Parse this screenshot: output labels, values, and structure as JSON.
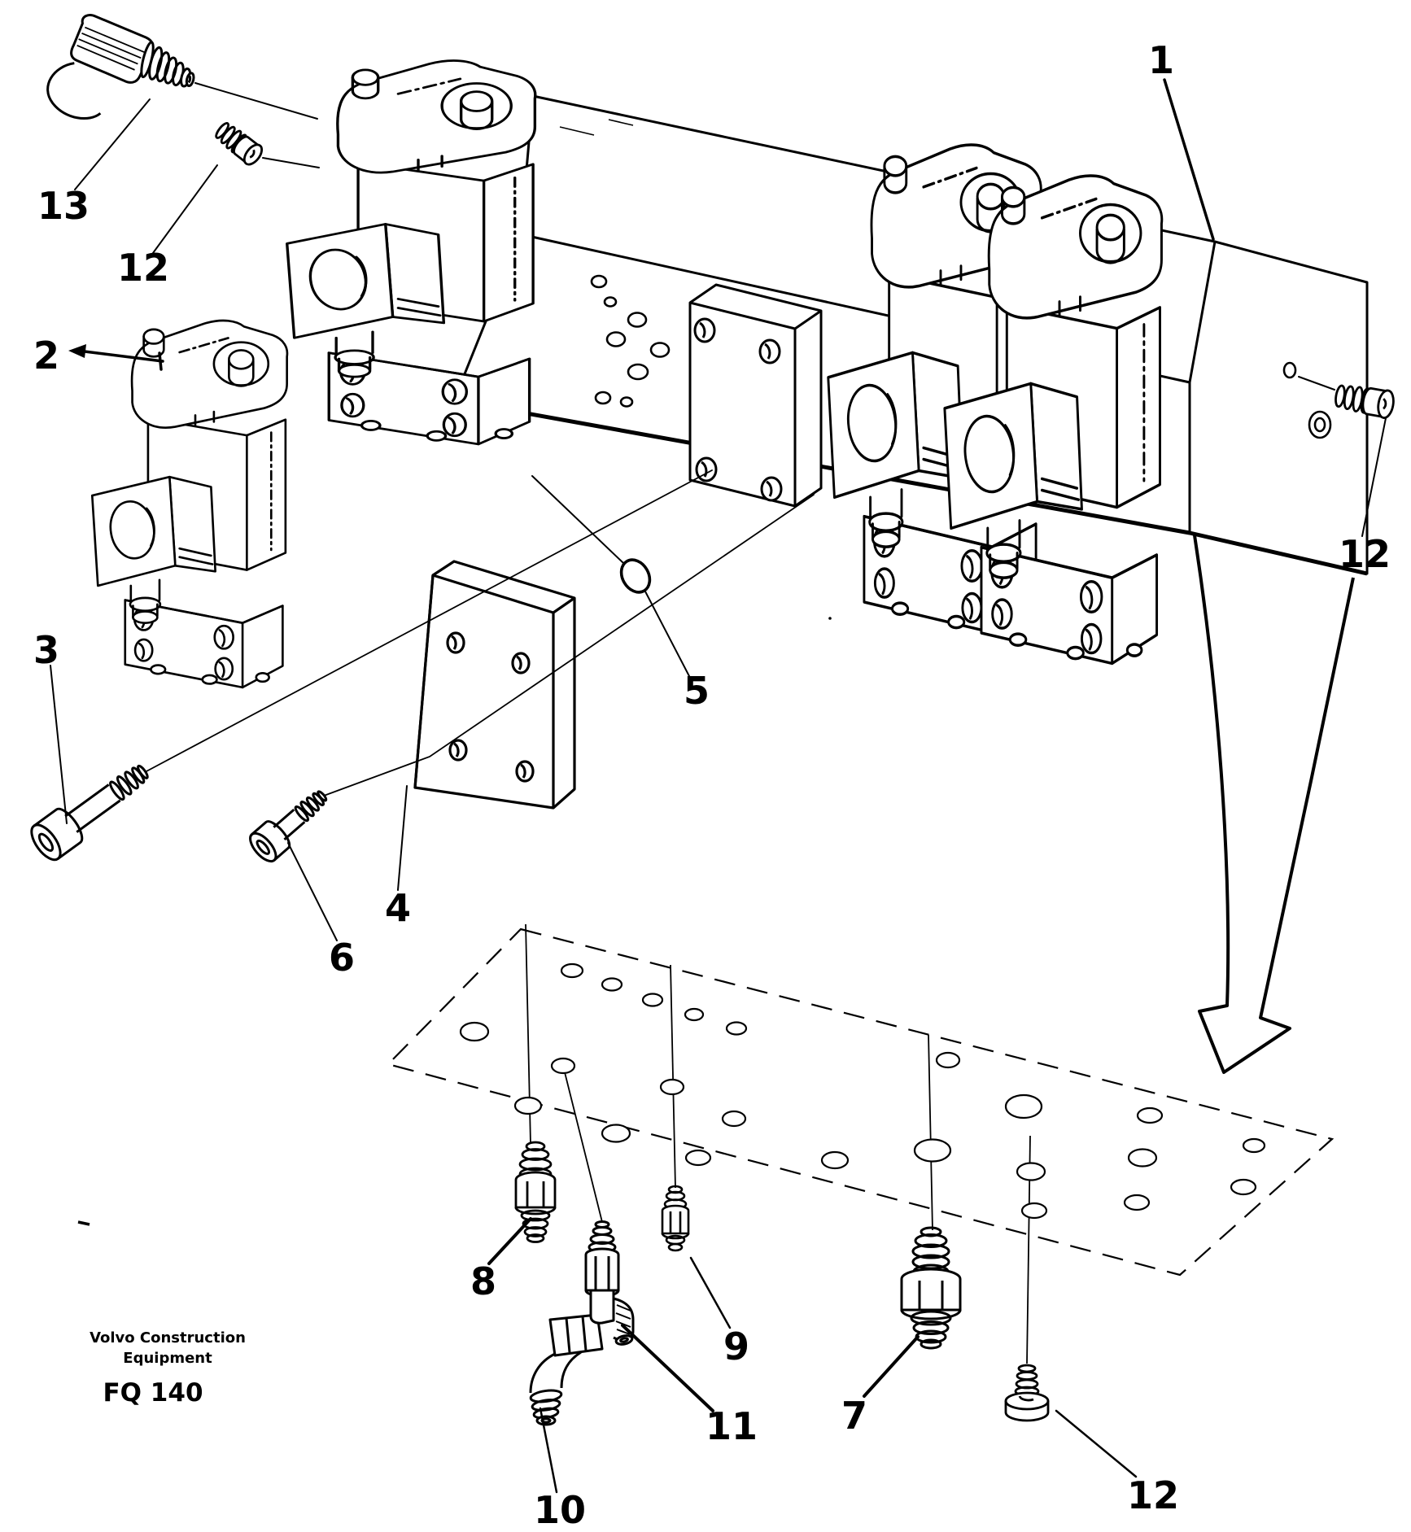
{
  "diagram_type": "exploded-parts-diagram",
  "callouts": {
    "n1": "1",
    "n2": "2",
    "n3": "3",
    "n4": "4",
    "n5": "5",
    "n6": "6",
    "n7": "7",
    "n8": "8",
    "n9": "9",
    "n10": "10",
    "n11": "11",
    "n12": "12",
    "n13": "13"
  },
  "footer": {
    "brand_line1": "Volvo Construction",
    "brand_line2": "Equipment",
    "figure_code": "FQ 140"
  },
  "colors": {
    "line": "#000000",
    "background": "#ffffff"
  }
}
